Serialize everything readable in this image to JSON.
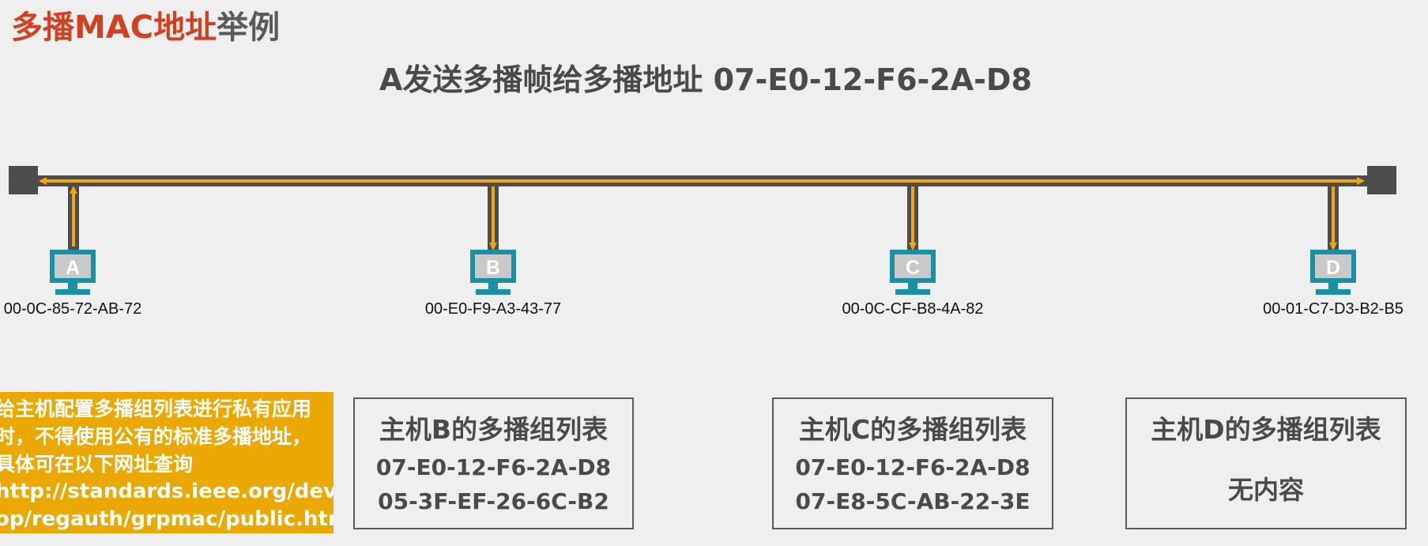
{
  "title": {
    "highlight": "多播MAC地址",
    "rest": "举例"
  },
  "subtitle": "A发送多播帧给多播地址   07-E0-12-F6-2A-D8",
  "colors": {
    "bus": "#4d4d4d",
    "signal": "#f2a60a",
    "monitor": "#1b8fa3",
    "accent": "#d3401f",
    "note_bg": "#eaa800"
  },
  "hosts": [
    {
      "letter": "A",
      "mac": "00-0C-85-72-AB-72",
      "icon": "computer-icon",
      "direction": "up"
    },
    {
      "letter": "B",
      "mac": "00-E0-F9-A3-43-77",
      "icon": "computer-icon",
      "direction": "down"
    },
    {
      "letter": "C",
      "mac": "00-0C-CF-B8-4A-82",
      "icon": "computer-icon",
      "direction": "down"
    },
    {
      "letter": "D",
      "mac": "00-01-C7-D3-B2-B5",
      "icon": "computer-icon",
      "direction": "down"
    }
  ],
  "note": {
    "lines": [
      "给主机配置多播组列表进行私有应用",
      "时，不得使用公有的标准多播地址，",
      "具体可在以下网址查询"
    ],
    "url_lines": [
      "http://standards.ieee.org/devel",
      "op/regauth/grpmac/public.html"
    ]
  },
  "groups": [
    {
      "title": "主机B的多播组列表",
      "entries": [
        "07-E0-12-F6-2A-D8",
        "05-3F-EF-26-6C-B2"
      ]
    },
    {
      "title": "主机C的多播组列表",
      "entries": [
        "07-E0-12-F6-2A-D8",
        "07-E8-5C-AB-22-3E"
      ]
    },
    {
      "title": "主机D的多播组列表",
      "empty_text": "无内容"
    }
  ]
}
